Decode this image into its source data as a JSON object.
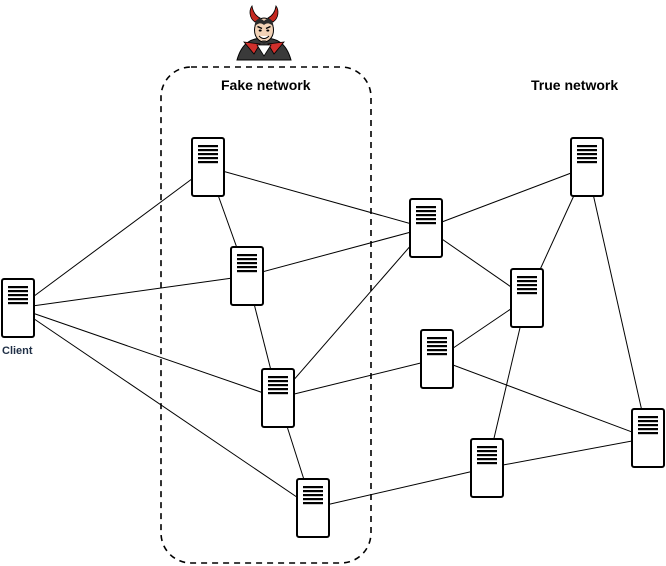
{
  "labels": {
    "fake_network": "Fake network",
    "true_network": "True network",
    "client": "Client"
  },
  "icons": {
    "attacker": "devil-face-icon",
    "node": "server-icon"
  },
  "colors": {
    "stroke": "#000000",
    "server_fill": "#ffffff",
    "devil_red": "#d0302c",
    "devil_horn": "#c42820"
  },
  "nodes": [
    {
      "id": "client",
      "group": "client"
    },
    {
      "id": "f1",
      "group": "fake"
    },
    {
      "id": "f2",
      "group": "fake"
    },
    {
      "id": "f3",
      "group": "fake"
    },
    {
      "id": "f4",
      "group": "fake"
    },
    {
      "id": "t1",
      "group": "true"
    },
    {
      "id": "t2",
      "group": "true"
    },
    {
      "id": "t3",
      "group": "true"
    },
    {
      "id": "t4",
      "group": "true"
    },
    {
      "id": "t5",
      "group": "true"
    },
    {
      "id": "t6",
      "group": "true"
    }
  ],
  "edges": [
    [
      "client",
      "f1"
    ],
    [
      "client",
      "f2"
    ],
    [
      "client",
      "f3"
    ],
    [
      "client",
      "f4"
    ],
    [
      "f1",
      "f2"
    ],
    [
      "f2",
      "f3"
    ],
    [
      "f3",
      "f4"
    ],
    [
      "f1",
      "t1"
    ],
    [
      "f2",
      "t1"
    ],
    [
      "f3",
      "t1"
    ],
    [
      "f3",
      "t4"
    ],
    [
      "f4",
      "t5"
    ],
    [
      "t1",
      "t2"
    ],
    [
      "t1",
      "t3"
    ],
    [
      "t2",
      "t3"
    ],
    [
      "t2",
      "t6"
    ],
    [
      "t3",
      "t4"
    ],
    [
      "t3",
      "t5"
    ],
    [
      "t4",
      "t6"
    ],
    [
      "t5",
      "t6"
    ]
  ]
}
